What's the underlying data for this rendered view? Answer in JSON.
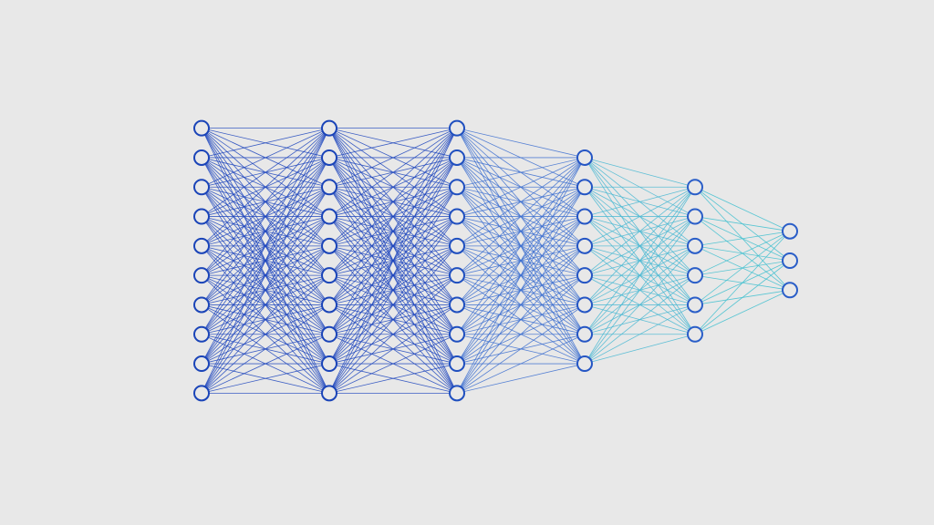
{
  "diagram": {
    "type": "neural-network",
    "layers": [
      {
        "nodes": 10,
        "color": "#1a44b8"
      },
      {
        "nodes": 10,
        "color": "#1a44b8"
      },
      {
        "nodes": 10,
        "color": "#1f4fbf"
      },
      {
        "nodes": 8,
        "color": "#2455c4"
      },
      {
        "nodes": 6,
        "color": "#2a5ec8"
      },
      {
        "nodes": 3,
        "color": "#2a5ec8"
      }
    ],
    "edge_colors": [
      "#1d45bd",
      "#1d45bd",
      "#3c6fd0",
      "#46b7d2",
      "#3fc0cf"
    ],
    "background": "#e8e8e8"
  }
}
